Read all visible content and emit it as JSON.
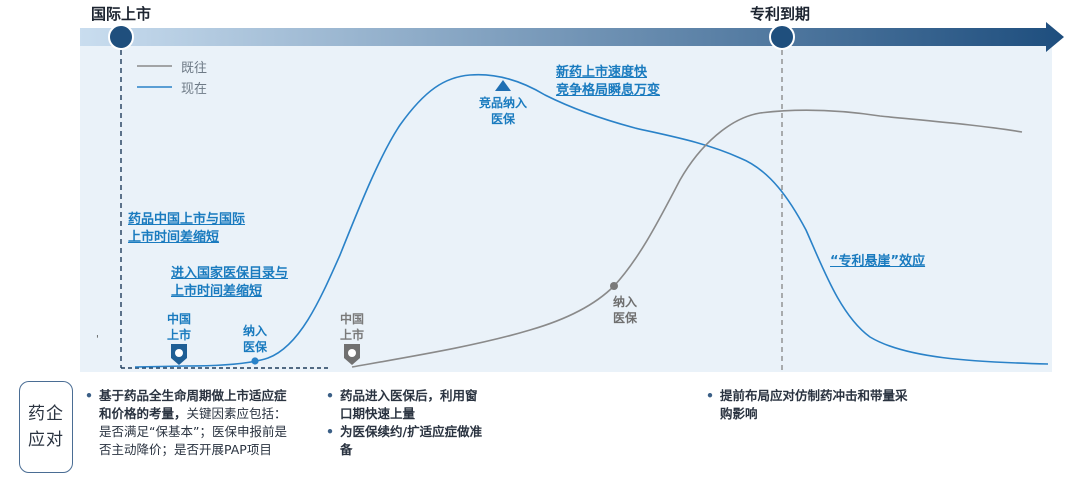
{
  "colors": {
    "panel": "#eaf2f9",
    "arrow_start": "#c9ddef",
    "arrow_end": "#1e4e7e",
    "current": "#2a82c8",
    "past": "#8a8a8a",
    "milestone": "#1f4f7d",
    "label_blue": "#1a7bbf"
  },
  "timeline": {
    "start_label": "国际上市",
    "end_label": "专利到期"
  },
  "legend": {
    "past": "既往",
    "current": "现在"
  },
  "annotations": {
    "shorten_intl_line1": "药品中国上市与国际",
    "shorten_intl_line2": "上市时间差缩短",
    "shorten_nrdl_line1": "进入国家医保目录与",
    "shorten_nrdl_line2": "上市时间差缩短",
    "fast_launch_line1": "新药上市速度快",
    "fast_launch_line2": "竞争格局瞬息万变",
    "patent_cliff": "“专利悬崖”效应"
  },
  "markers": {
    "cn_launch_current": "中国\n上市",
    "nrdl_current": "纳入\n医保",
    "cn_launch_past": "中国\n上市",
    "nrdl_past": "纳入\n医保",
    "competitor_nrdl": "竞品纳入\n医保"
  },
  "response": {
    "title": "药企\n应对",
    "col1": {
      "bold": "基于药品全生命周期做上市适应症和价格的考量，",
      "rest": "关键因素应包括：是否满足“保基本”；医保申报前是否主动降价；是否开展PAP项目"
    },
    "col2": [
      "药品进入医保后，利用窗口期快速上量",
      "为医保续约/扩适应症做准备"
    ],
    "col3": [
      "提前布局应对仿制药冲击和带量采购影响"
    ]
  }
}
